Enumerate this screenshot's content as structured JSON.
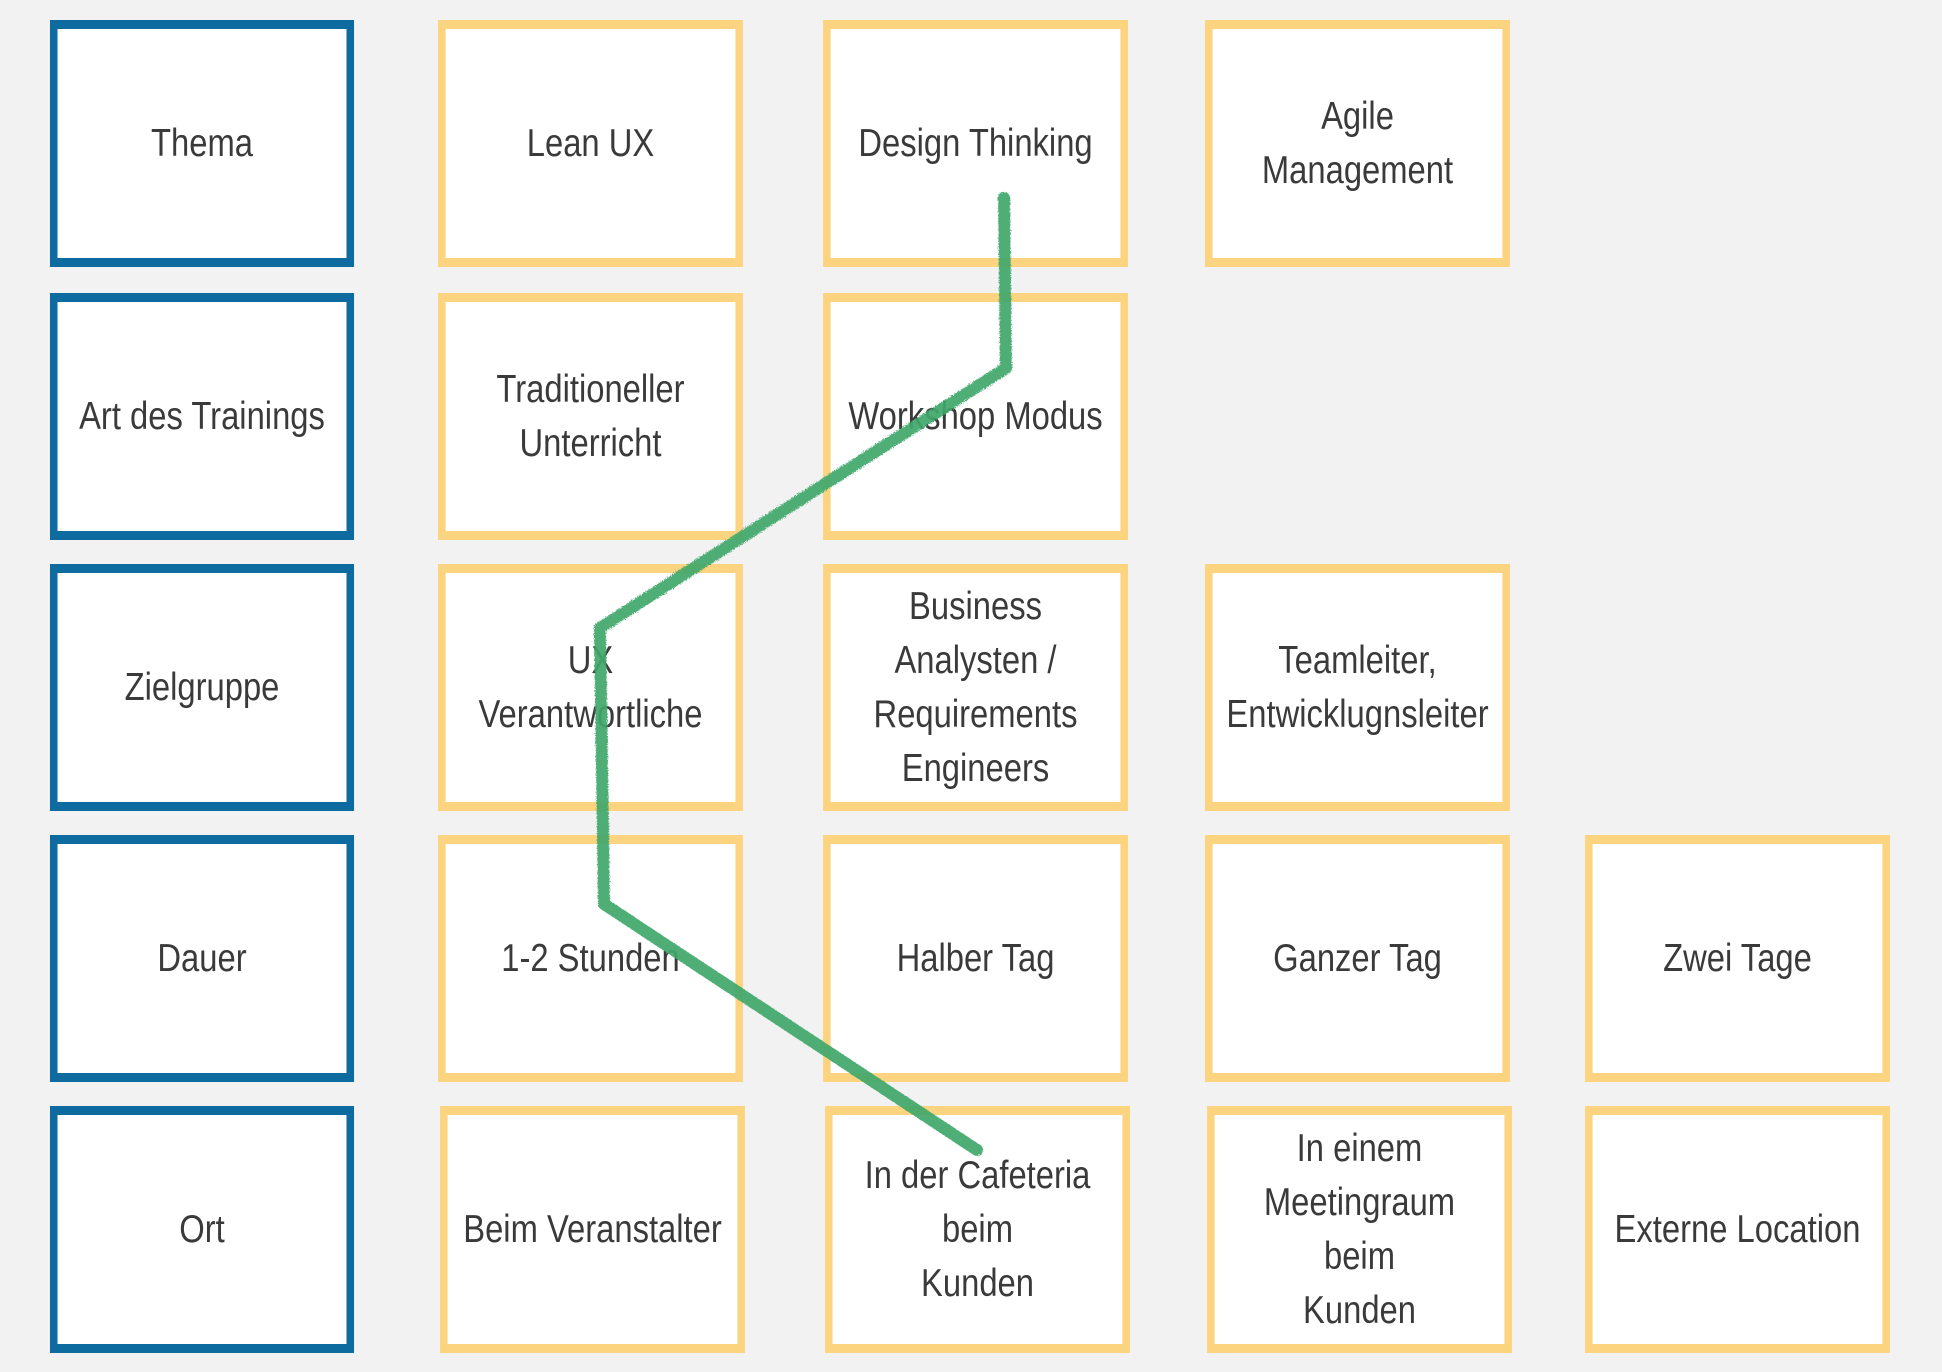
{
  "colors": {
    "background": "#f2f2f2",
    "category_border": "#0e6b9f",
    "option_border": "#fcd47f",
    "path_stroke": "#3fa86b",
    "text": "#3a3a3a"
  },
  "rows": [
    {
      "category": "Thema",
      "options": [
        "Lean UX",
        "Design Thinking",
        "Agile Management"
      ]
    },
    {
      "category": "Art des Trainings",
      "options": [
        "Traditioneller\nUnterricht",
        "Workshop Modus"
      ]
    },
    {
      "category": "Zielgruppe",
      "options": [
        "UX Verantwortliche",
        "Business Analysten /\nRequirements\nEngineers",
        "Teamleiter,\nEntwicklugnsleiter"
      ]
    },
    {
      "category": "Dauer",
      "options": [
        "1-2 Stunden",
        "Halber Tag",
        "Ganzer Tag",
        "Zwei Tage"
      ]
    },
    {
      "category": "Ort",
      "options": [
        "Beim Veranstalter",
        "In der Cafeteria beim\nKunden",
        "In einem\nMeetingraum beim\nKunden",
        "Externe Location"
      ]
    }
  ],
  "selected_path": {
    "description_free": true,
    "selections": [
      {
        "row": 0,
        "option": 1
      },
      {
        "row": 1,
        "option": 1
      },
      {
        "row": 2,
        "option": 0
      },
      {
        "row": 3,
        "option": 0
      },
      {
        "row": 4,
        "option": 1
      }
    ]
  }
}
